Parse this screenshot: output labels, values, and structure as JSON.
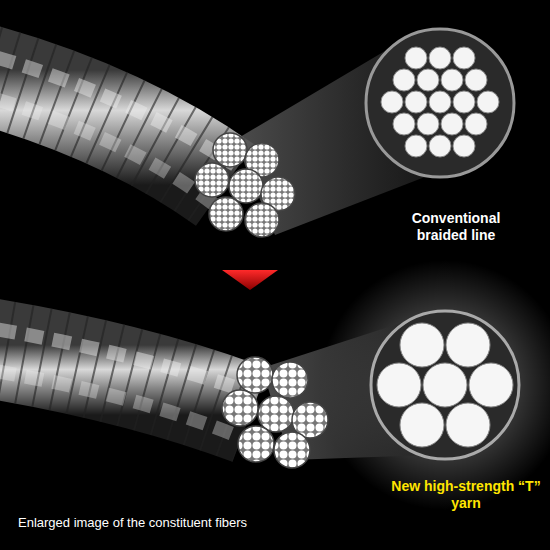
{
  "diagram": {
    "caption": "Enlarged image of the constituent fibers",
    "labels": [
      "Conventional braided line",
      "New high-strength “T” yarn"
    ]
  }
}
